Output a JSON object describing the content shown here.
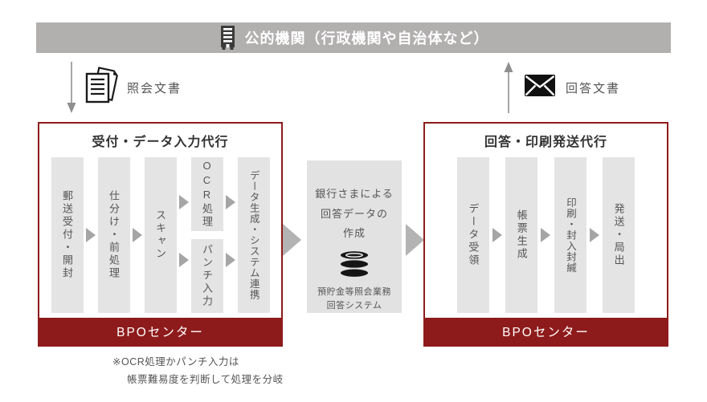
{
  "banner": {
    "label": "公的機関（行政機関や自治体など）"
  },
  "inbound": {
    "label": "照会文書"
  },
  "outbound": {
    "label": "回答文書"
  },
  "left_panel": {
    "title": "受付・データ入力代行",
    "steps": [
      "郵送受付・開封",
      "仕分け・前処理",
      "スキャン"
    ],
    "branch_top": "OCR処理",
    "branch_bottom": "パンチ入力",
    "final_step": "データ生成・システム連携",
    "footer": "BPOセンター"
  },
  "center_panel": {
    "line1": "銀行さまによる",
    "line2": "回答データの",
    "line3": "作成",
    "system_line1": "預貯金等照会業務",
    "system_line2": "回答システム"
  },
  "right_panel": {
    "title": "回答・印刷発送代行",
    "steps": [
      "データ受領",
      "帳票生成",
      "印刷・封入封緘",
      "発送・局出"
    ],
    "footer": "BPOセンター"
  },
  "note": {
    "line1": "※OCR処理かパンチ入力は",
    "line2": "帳票難易度を判断して処理を分岐"
  },
  "icons": [
    "building-icon",
    "inquiry-documents-icon",
    "reply-envelope-icon",
    "database-icon",
    "down-arrow-icon",
    "up-arrow-icon",
    "flow-arrow-icon"
  ],
  "colors": {
    "accent_red": "#8e1b1b",
    "banner_gray": "#b2afaf",
    "step_gray": "#e5e4e4",
    "arrow_gray": "#a5a5a5",
    "text_gray": "#555555"
  }
}
